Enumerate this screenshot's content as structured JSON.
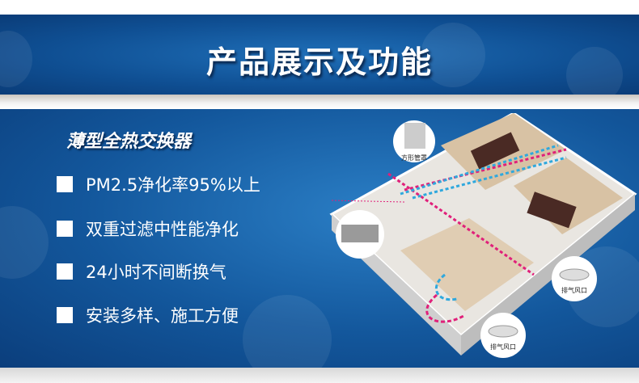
{
  "header": {
    "title": "产品展示及功能"
  },
  "product": {
    "name": "薄型全热交换器",
    "features": [
      "PM2.5净化率95%以上",
      "双重过滤中性能净化",
      "24小时不间断换气",
      "安装多样、施工方便"
    ]
  },
  "diagram": {
    "labels": {
      "duct": "方形管罩",
      "vent1": "排气风口",
      "vent2": "排气风口"
    }
  },
  "colors": {
    "banner": "#0f4f93",
    "exhaust": "#e0207a",
    "fresh": "#2fa8dd"
  }
}
